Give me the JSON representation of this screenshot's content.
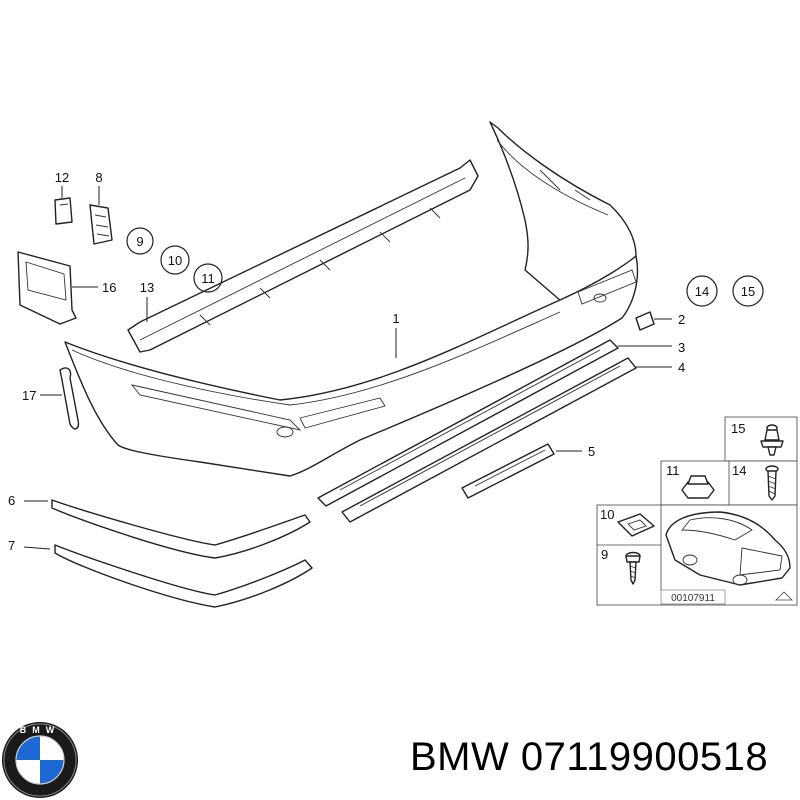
{
  "callouts": {
    "c1": "1",
    "c2": "2",
    "c3": "3",
    "c4": "4",
    "c5": "5",
    "c6": "6",
    "c7": "7",
    "c8": "8",
    "c9": "9",
    "c10": "10",
    "c11": "11",
    "c12": "12",
    "c13": "13",
    "c14": "14",
    "c15": "15",
    "c16": "16",
    "c17": "17"
  },
  "fastener_boxes": {
    "b15": "15",
    "b14": "14",
    "b11": "11",
    "b10": "10",
    "b9": "9"
  },
  "drawing_number": "00107911",
  "caption": "BMW 07119900518",
  "logo": {
    "name": "bmw-roundel",
    "text": "BMW",
    "colors": {
      "ring": "#1a1a1a",
      "blue": "#1c69d4",
      "white": "#ffffff"
    }
  }
}
